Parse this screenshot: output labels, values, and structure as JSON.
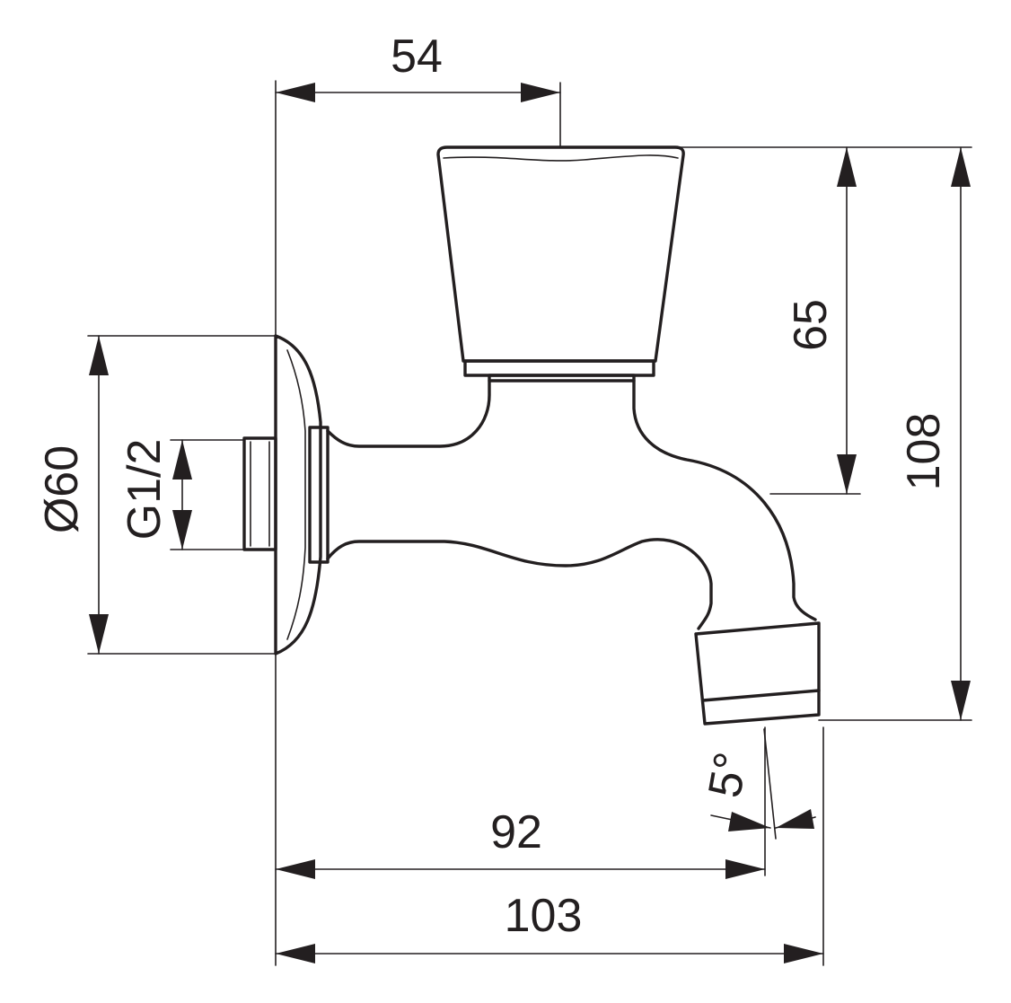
{
  "dimensions": {
    "top_width": "54",
    "handle_height": "65",
    "total_height": "108",
    "flange_diameter": "Ø60",
    "thread_size": "G1/2",
    "spout_reach": "92",
    "total_reach": "103",
    "spout_angle": "5°"
  },
  "colors": {
    "ink": "#231f20",
    "background": "#ffffff"
  }
}
